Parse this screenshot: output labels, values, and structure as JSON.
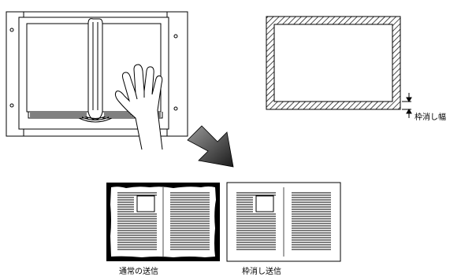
{
  "labels": {
    "frame_erase_width": "枠消し幅",
    "normal_send": "通常の送信",
    "frame_erase_send": "枠消し送信"
  }
}
